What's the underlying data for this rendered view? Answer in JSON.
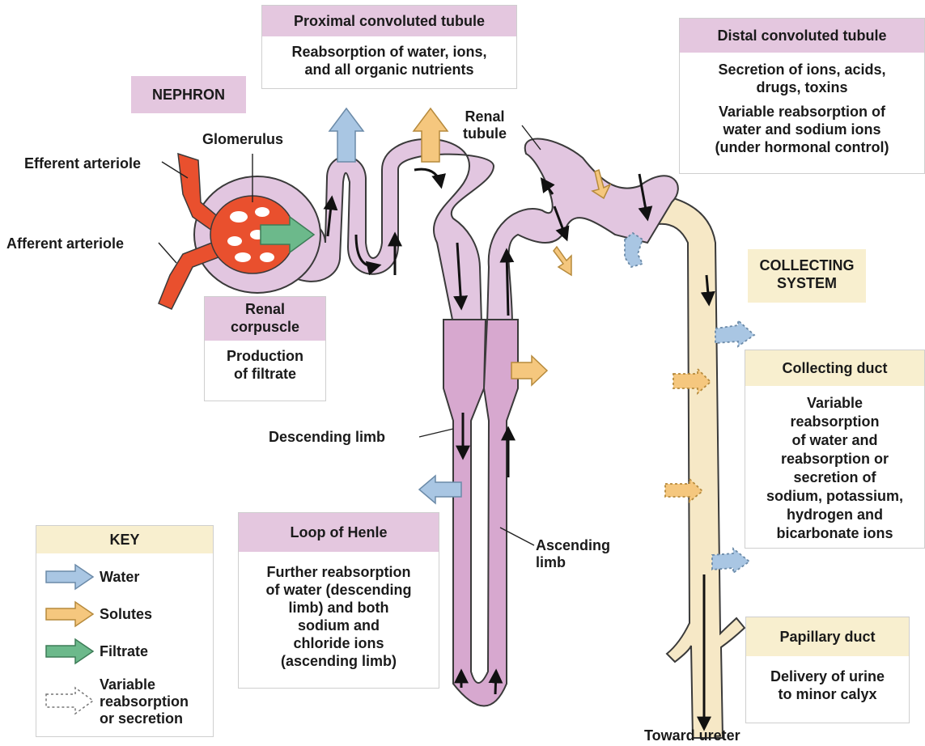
{
  "labels": {
    "nephron": "NEPHRON",
    "glomerulus": "Glomerulus",
    "efferent_arteriole": "Efferent arteriole",
    "afferent_arteriole": "Afferent arteriole",
    "renal_tubule": "Renal\ntubule",
    "descending_limb": "Descending limb",
    "ascending_limb": "Ascending\nlimb",
    "collecting_system": "COLLECTING\nSYSTEM",
    "toward_ureter": "Toward ureter"
  },
  "boxes": {
    "proximal": {
      "title": "Proximal convoluted tubule",
      "text": "Reabsorption of water, ions,\nand all organic nutrients"
    },
    "distal": {
      "title": "Distal convoluted tubule",
      "text1": "Secretion of ions, acids,\ndrugs, toxins",
      "text2": "Variable reabsorption of\nwater and sodium ions\n(under hormonal control)"
    },
    "corpuscle": {
      "title": "Renal\ncorpuscle",
      "text": "Production\nof filtrate"
    },
    "collecting_duct": {
      "title": "Collecting duct",
      "text": "Variable\nreabsorption\nof water and\nreabsorption or\nsecretion of\nsodium, potassium,\nhydrogen and\nbicarbonate ions"
    },
    "loop": {
      "title": "Loop of Henle",
      "text": "Further reabsorption\nof water (descending\nlimb) and both\nsodium and\nchloride ions\n(ascending limb)"
    },
    "papillary": {
      "title": "Papillary duct",
      "text": "Delivery of urine\nto minor calyx"
    }
  },
  "key": {
    "title": "KEY",
    "items": [
      {
        "label": "Water",
        "color": "#a9c6e3",
        "icon": "water-arrow-icon"
      },
      {
        "label": "Solutes",
        "color": "#f5c77e",
        "icon": "solutes-arrow-icon"
      },
      {
        "label": "Filtrate",
        "color": "#6cb98b",
        "icon": "filtrate-arrow-icon"
      },
      {
        "label": "Variable\nreabsorption\nor secretion",
        "color": "#ffffff",
        "icon": "dashed-arrow-icon"
      }
    ]
  },
  "colors": {
    "tubule": "#e2c6e0",
    "loop": "#d7a8cf",
    "collecting": "#f6e8c6",
    "arteriole": "#e9502e",
    "outline": "#3a3a3a",
    "water": "#a9c6e3",
    "solute": "#f5c77e",
    "filtrate": "#6cb98b"
  }
}
